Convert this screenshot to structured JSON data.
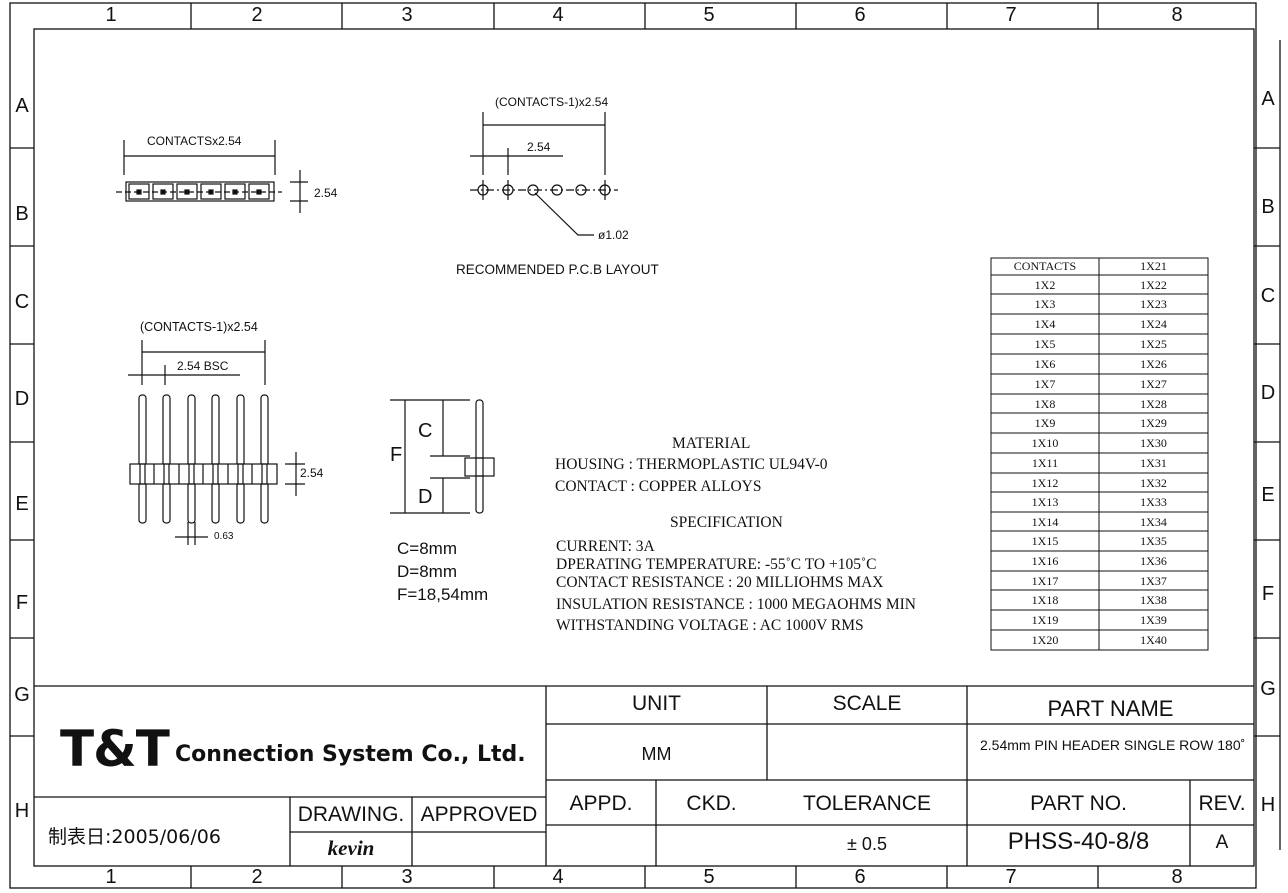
{
  "zones": {
    "columns": [
      "1",
      "2",
      "3",
      "4",
      "5",
      "6",
      "7",
      "8"
    ],
    "rows": [
      "A",
      "B",
      "C",
      "D",
      "E",
      "F",
      "G",
      "H"
    ]
  },
  "dimensions": {
    "top_left_span": "CONTACTSx2.54",
    "top_left_height": "2.54",
    "pcb_span": "(CONTACTS-1)x2.54",
    "pcb_pitch": "2.54",
    "pcb_hole": "ø1.02",
    "pcb_caption": "RECOMMENDED P.C.B LAYOUT",
    "side_span": "(CONTACTS-1)x2.54",
    "side_pitch": "2.54 BSC",
    "side_height": "2.54",
    "pin_width": "0.63",
    "label_c": "C",
    "label_f": "F",
    "label_d": "D"
  },
  "pin_sizes": [
    "C=8mm",
    "D=8mm",
    "F=18,54mm"
  ],
  "material": {
    "heading": "MATERIAL",
    "lines": [
      "HOUSING : THERMOPLASTIC UL94V-0",
      "CONTACT : COPPER ALLOYS"
    ]
  },
  "specification": {
    "heading": "SPECIFICATION",
    "lines": [
      "CURRENT: 3A",
      "DPERATING TEMPERATURE: -55˚C TO +105˚C",
      "CONTACT RESISTANCE : 20 MILLIOHMS MAX",
      "INSULATION RESISTANCE : 1000 MEGAOHMS MIN",
      " WITHSTANDING VOLTAGE : AC 1000V RMS"
    ]
  },
  "contacts_table": {
    "headers": [
      "CONTACTS",
      "1X21"
    ],
    "left": [
      "1X2",
      "1X3",
      "1X4",
      "1X5",
      "1X6",
      "1X7",
      "1X8",
      "1X9",
      "1X10",
      "1X11",
      "1X12",
      "1X13",
      "1X14",
      "1X15",
      "1X16",
      "1X17",
      "1X18",
      "1X19",
      "1X20"
    ],
    "right": [
      "1X22",
      "1X23",
      "1X24",
      "1X25",
      "1X26",
      "1X27",
      "1X28",
      "1X29",
      "1X30",
      "1X31",
      "1X32",
      "1X33",
      "1X34",
      "1X35",
      "1X36",
      "1X37",
      "1X38",
      "1X39",
      "1X40"
    ]
  },
  "title_block": {
    "logo": "T&T",
    "company": "Connection System Co., Ltd.",
    "date": "制表日:2005/06/06",
    "drawing_label": "DRAWING.",
    "approved_label": "APPROVED",
    "drawn_by": "kevin",
    "unit_label": "UNIT",
    "unit_value": "MM",
    "scale_label": "SCALE",
    "part_name_label": "PART NAME",
    "part_name_value": "2.54mm PIN HEADER SINGLE ROW 180˚",
    "appd_label": "APPD.",
    "ckd_label": "CKD.",
    "tolerance_label": "TOLERANCE",
    "tolerance_value": "± 0.5",
    "part_no_label": "PART NO.",
    "part_no_value": "PHSS-40-8/8",
    "rev_label": "REV.",
    "rev_value": "A"
  }
}
